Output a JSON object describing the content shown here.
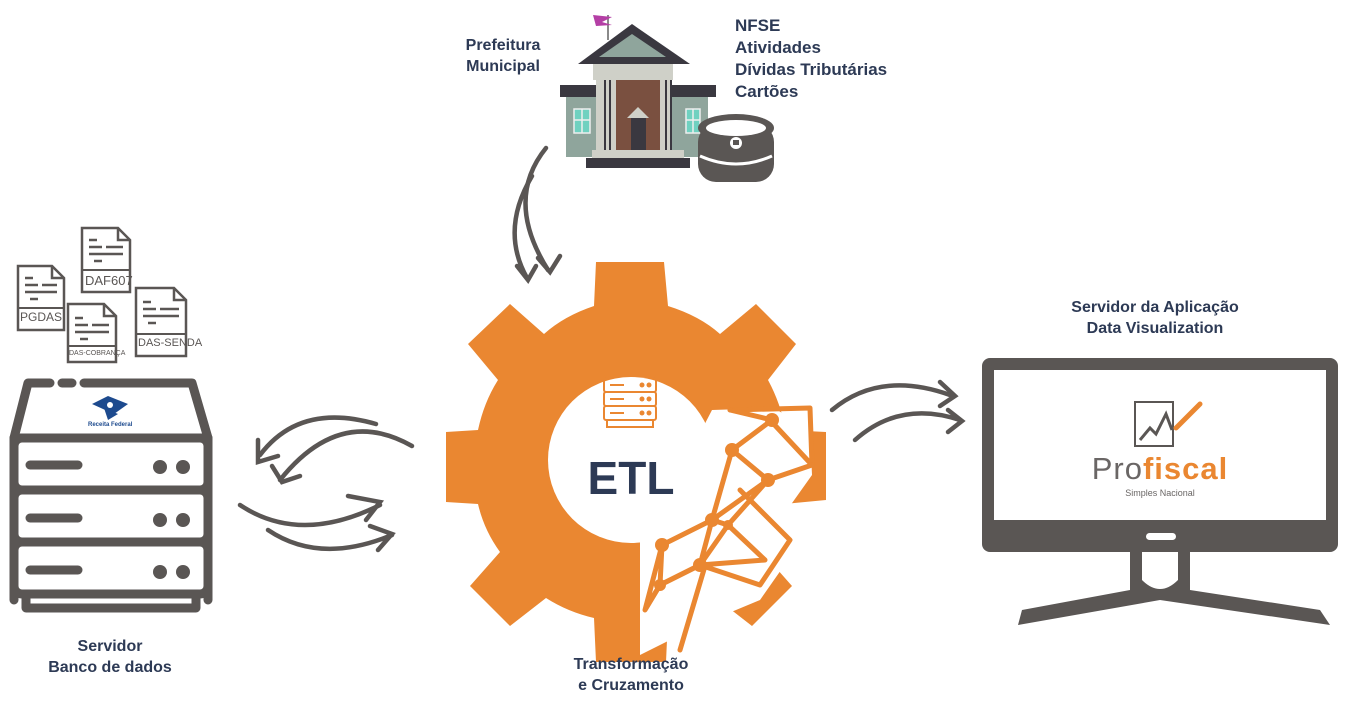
{
  "colors": {
    "orange": "#ea8731",
    "dark_gray": "#5a5654",
    "navy_text": "#2d3a55",
    "building_green": "#8fa59c",
    "building_light": "#cfd0c8",
    "door_brown": "#7a5040",
    "window_teal": "#6fd1c0",
    "flag_magenta": "#b43fa5",
    "receita_blue": "#1d4a8e"
  },
  "prefeitura": {
    "label_line1": "Prefeitura",
    "label_line2": "Municipal",
    "data_items": [
      "NFSE",
      "Atividades",
      "Dívidas Tributárias",
      "Cartões"
    ],
    "icons": [
      "building-icon",
      "database-icon",
      "flag-icon"
    ]
  },
  "servidor": {
    "label_line1": "Servidor",
    "label_line2": "Banco de dados",
    "logo_text": "Receita Federal",
    "documents": [
      "PGDAS",
      "DAF607",
      "DAS-COBRANÇA",
      "DAS-SENDA"
    ]
  },
  "etl": {
    "title": "ETL",
    "label_line1": "Transformação",
    "label_line2": "e Cruzamento"
  },
  "app_server": {
    "label_line1": "Servidor da Aplicação",
    "label_line2": "Data Visualization",
    "logo_pro": "Pro",
    "logo_fiscal": "fiscal",
    "logo_sub": "Simples Nacional"
  }
}
